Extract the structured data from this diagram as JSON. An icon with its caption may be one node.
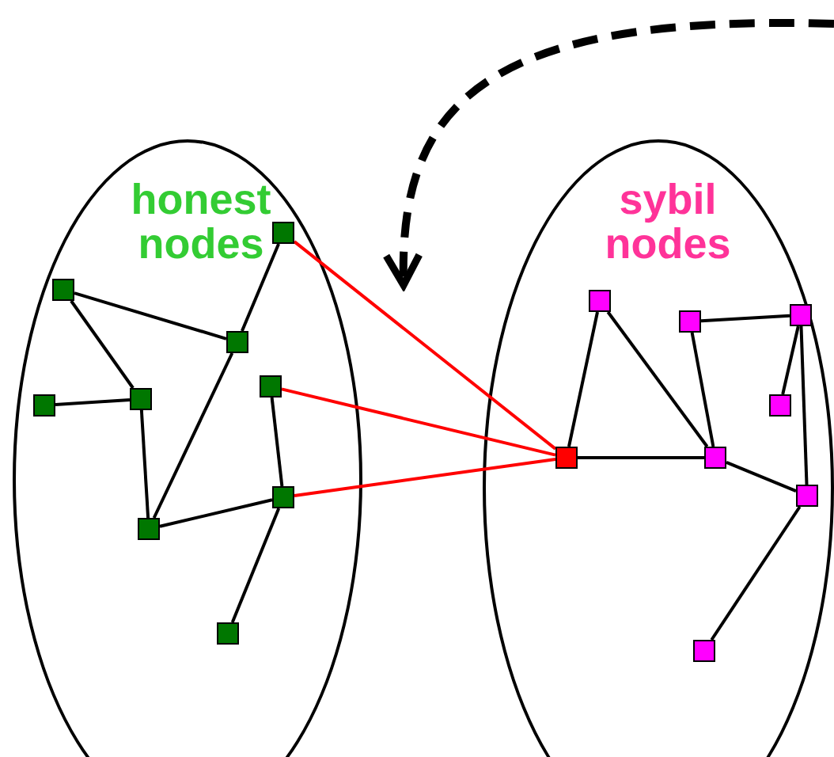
{
  "diagram": {
    "nodes": [
      {
        "text": [
          "honest nodes"
        ]
      },
      {
        "text": [],
        "shape": "box",
        "in": 0
      },
      {
        "text": [],
        "shape": "box",
        "in": 0
      },
      {
        "text": [],
        "shape": "box",
        "in": 0
      },
      {
        "text": [],
        "shape": "box",
        "in": 0
      },
      {
        "text": [],
        "shape": "box",
        "in": 0
      },
      {
        "text": [],
        "shape": "box",
        "in": 0
      },
      {
        "text": [],
        "shape": "box",
        "in": 0
      },
      {
        "text": [],
        "shape": "box",
        "in": 0
      },
      {
        "text": [],
        "shape": "box",
        "in": 0
      },
      {
        "text": [
          "sybil nodes"
        ]
      },
      {
        "text": [],
        "shape": "box",
        "in": 10
      },
      {
        "text": [],
        "shape": "box",
        "in": 10
      },
      {
        "text": [],
        "shape": "box",
        "in": 10
      },
      {
        "text": [],
        "shape": "box",
        "in": 10
      },
      {
        "text": [],
        "shape": "box",
        "in": 10
      },
      {
        "text": [],
        "shape": "box",
        "in": 10
      },
      {
        "text": [],
        "shape": "box",
        "in": 10
      },
      {
        "text": [],
        "shape": "box",
        "in": 10
      }
    ],
    "edges": [
      {
        "from": 1,
        "to": 3,
        "arrow": "none"
      },
      {
        "from": 3,
        "to": 8,
        "arrow": "none"
      },
      {
        "from": 2,
        "to": 3,
        "arrow": "none"
      },
      {
        "from": 2,
        "to": 5,
        "arrow": "none"
      },
      {
        "from": 6,
        "to": 5,
        "arrow": "none"
      },
      {
        "from": 5,
        "to": 8,
        "arrow": "none"
      },
      {
        "from": 8,
        "to": 7,
        "arrow": "none"
      },
      {
        "from": 4,
        "to": 7,
        "arrow": "none"
      },
      {
        "from": 7,
        "to": 9,
        "arrow": "none"
      },
      {
        "from": 1,
        "to": 15,
        "arrow": "none",
        "color": "#ff0000"
      },
      {
        "from": 4,
        "to": 15,
        "arrow": "none",
        "color": "#ff0000"
      },
      {
        "from": 7,
        "to": 15,
        "arrow": "none",
        "color": "#ff0000"
      },
      {
        "from": 15,
        "to": 11,
        "arrow": "none"
      },
      {
        "from": 11,
        "to": 16,
        "arrow": "none"
      },
      {
        "from": 15,
        "to": 16,
        "arrow": "none"
      },
      {
        "from": 13,
        "to": 16,
        "arrow": "none"
      },
      {
        "from": 13,
        "to": 12,
        "arrow": "none"
      },
      {
        "from": 12,
        "to": 14,
        "arrow": "none"
      },
      {
        "from": 12,
        "to": 17,
        "arrow": "none"
      },
      {
        "from": 16,
        "to": 17,
        "arrow": "none"
      },
      {
        "from": 17,
        "to": 18,
        "arrow": "none"
      }
    ]
  }
}
